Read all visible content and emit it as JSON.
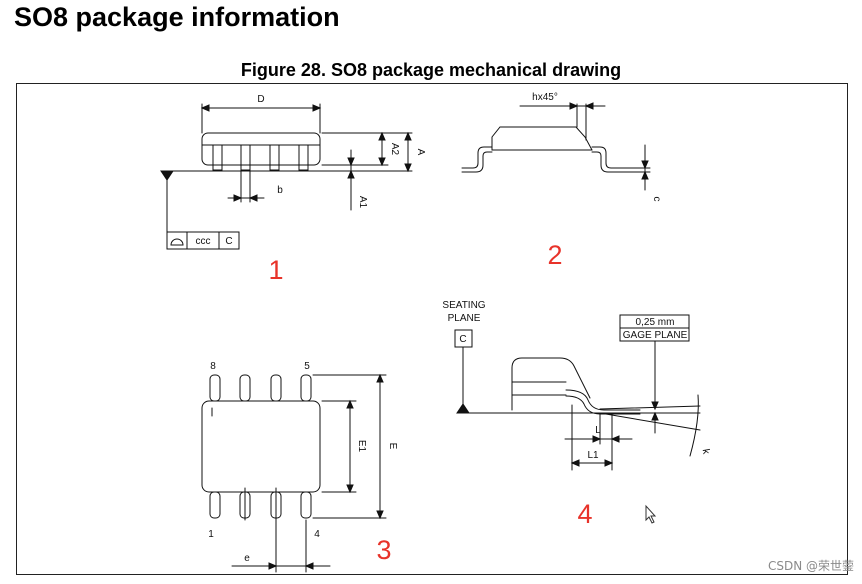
{
  "page": {
    "title": "SO8 package information",
    "figure_caption": "Figure 28. SO8 package mechanical drawing"
  },
  "view1": {
    "label_D": "D",
    "label_A2": "A2",
    "label_A": "A",
    "label_b": "b",
    "label_A1": "A1",
    "tolerance_ccc": "ccc",
    "tolerance_datum": "C",
    "view_number": "1"
  },
  "view2": {
    "label_chamfer": "hx45°",
    "label_c": "c",
    "view_number": "2"
  },
  "view3": {
    "pin_8": "8",
    "pin_5": "5",
    "pin_1": "1",
    "pin_4": "4",
    "label_E1": "E1",
    "label_E": "E",
    "label_e": "e",
    "view_number": "3"
  },
  "view4": {
    "seating_plane_line1": "SEATING",
    "seating_plane_line2": "PLANE",
    "datum_C": "C",
    "gage_value": "0,25 mm",
    "gage_plane": "GAGE PLANE",
    "label_L": "L",
    "label_L1": "L1",
    "label_k": "k",
    "view_number": "4"
  },
  "watermark": "CSDN @荣世蓥",
  "colors": {
    "annotation_red": "#e8332a",
    "drawing_bg": "#ffffff",
    "line": "#111111"
  }
}
